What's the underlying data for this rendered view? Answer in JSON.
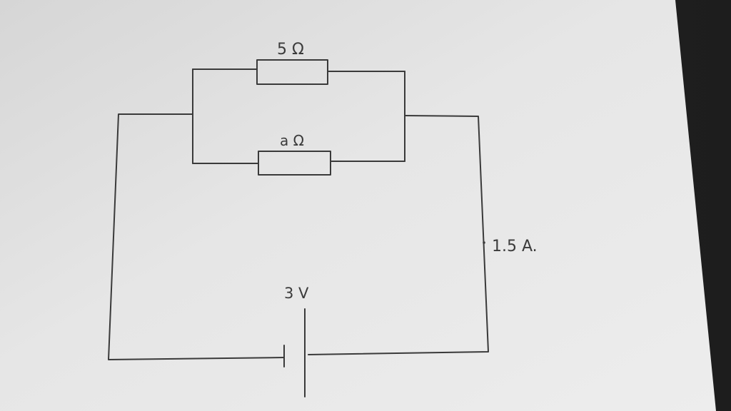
{
  "diagram": {
    "components": {
      "resistor_top": {
        "label": "5 Ω"
      },
      "resistor_bottom": {
        "label": "a Ω"
      },
      "battery": {
        "label": "3 V"
      },
      "ammeter_reading": {
        "label": "1.5 A."
      }
    },
    "colors": {
      "ink": "#3a3a3a",
      "paper_light": "#ececec",
      "paper_shadow": "#d2d2d2",
      "background": "#1e1e1e"
    }
  }
}
